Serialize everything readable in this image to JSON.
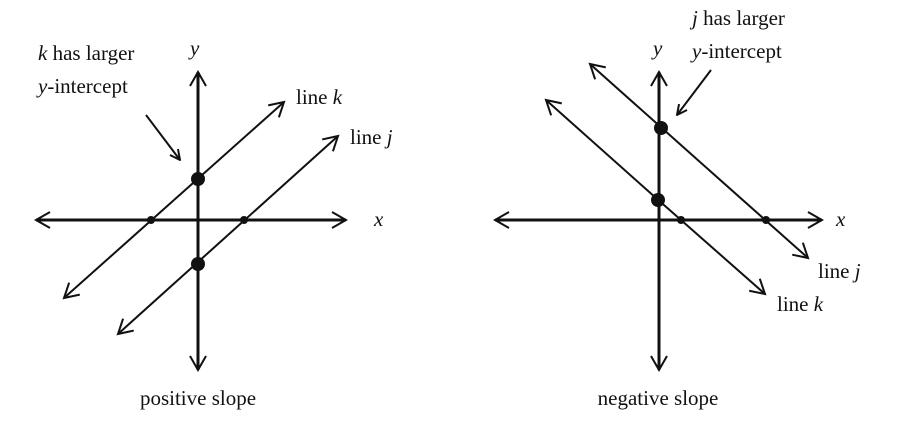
{
  "panels": [
    {
      "caption": "positive slope",
      "axis_x": "x",
      "axis_y": "y",
      "annotation": {
        "var": "k",
        "line1_rest": " has larger",
        "line2_var": "y",
        "line2_rest": "-intercept"
      },
      "line_k": {
        "prefix": "line ",
        "var": "k"
      },
      "line_j": {
        "prefix": "line ",
        "var": "j"
      }
    },
    {
      "caption": "negative slope",
      "axis_x": "x",
      "axis_y": "y",
      "annotation": {
        "var": "j",
        "line1_rest": " has larger",
        "line2_var": "y",
        "line2_rest": "-intercept"
      },
      "line_k": {
        "prefix": "line ",
        "var": "k"
      },
      "line_j": {
        "prefix": "line ",
        "var": "j"
      }
    }
  ],
  "colors": {
    "ink": "#111111",
    "background": "#ffffff"
  }
}
